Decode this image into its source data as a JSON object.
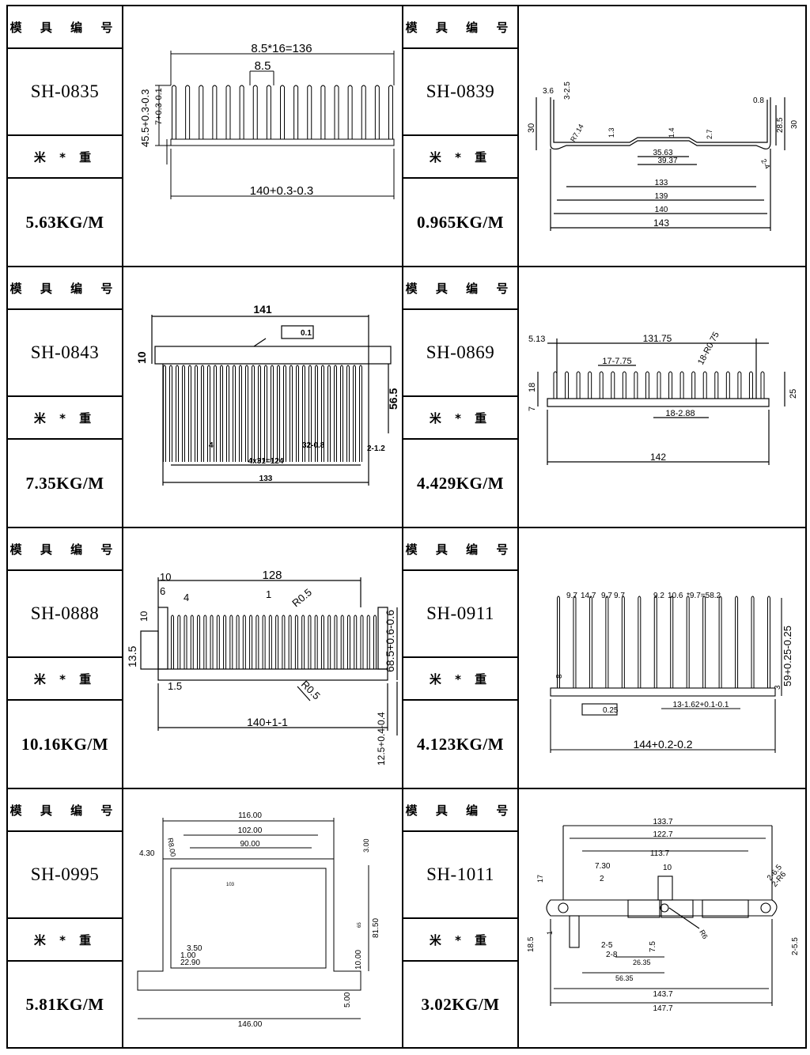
{
  "header_label": "模 具 编 号",
  "weight_label": "米 * 重",
  "entries": [
    {
      "code": "SH-0835",
      "weight": "5.63KG/M",
      "dims": {
        "a": "8.5*16=136",
        "b": "8.5",
        "c": "45.5+0.3-0.3",
        "d": "7+0.3-0.1",
        "e": "140+0.3-0.3"
      }
    },
    {
      "code": "SH-0839",
      "weight": "0.965KG/M",
      "dims": {
        "a": "3.6",
        "b": "3-2.5",
        "c": "30",
        "d": "R7.14",
        "e": "1.3",
        "f": "1.4",
        "g": "2.7",
        "h": "35.63",
        "i": "39.37",
        "j": "133",
        "k": "139",
        "l": "140",
        "m": "143",
        "n": "0.8",
        "o": "28.5",
        "p": "30",
        "q": "2-4"
      }
    },
    {
      "code": "SH-0843",
      "weight": "7.35KG/M",
      "dims": {
        "a": "141",
        "b": "10",
        "c": "0.1",
        "d": "56.5",
        "e": "4",
        "f": "32-0.8",
        "g": "2-1.2",
        "h": "4x31=124",
        "i": "133"
      }
    },
    {
      "code": "SH-0869",
      "weight": "4.429KG/M",
      "dims": {
        "a": "5.13",
        "b": "131.75",
        "c": "18-R0.75",
        "d": "17-7.75",
        "e": "18",
        "f": "7",
        "g": "25",
        "h": "18-2.88",
        "i": "142"
      }
    },
    {
      "code": "SH-0888",
      "weight": "10.16KG/M",
      "dims": {
        "a": "10",
        "b": "128",
        "c": "6",
        "d": "4",
        "e": "1",
        "f": "R0.5",
        "g": "10",
        "h": "13.5",
        "i": "68.5+0.6-0.6",
        "j": "1.5",
        "k": "R0.5",
        "l": "140+1-1",
        "m": "12.5+0.4-0.4"
      }
    },
    {
      "code": "SH-0911",
      "weight": "4.123KG/M",
      "dims": {
        "a": "9.7",
        "b": "14.7",
        "c": "9.7",
        "d": "9.7",
        "e": "9.2",
        "f": "10.6",
        "g": "*9.7=58.2",
        "h": "59+0.25-0.25",
        "i": "8",
        "j": "3",
        "k": "0.25",
        "l": "13-1.62+0.1-0.1",
        "m": "144+0.2-0.2"
      }
    },
    {
      "code": "SH-0995",
      "weight": "5.81KG/M",
      "dims": {
        "a": "116.00",
        "b": "102.00",
        "c": "90.00",
        "d": "4.30",
        "e": "R8.00",
        "f": "3.00",
        "g": "103",
        "h": "81.50",
        "i": "65",
        "j": "3.50",
        "k": "1.00",
        "l": "22.90",
        "m": "10.00",
        "n": "5.00",
        "o": "146.00"
      }
    },
    {
      "code": "SH-1011",
      "weight": "3.02KG/M",
      "dims": {
        "a": "133.7",
        "b": "122.7",
        "c": "113.7",
        "d": "17",
        "e": "7.30",
        "f": "10",
        "g": "2",
        "h": "2-6.5",
        "i": "2-R6",
        "j": "R6",
        "k": "18.5",
        "l": "1",
        "m": "2-5",
        "n": "7.5",
        "o": "2-8",
        "p": "26.35",
        "q": "56.35",
        "r": "143.7",
        "s": "147.7",
        "t": "2-5.5"
      }
    }
  ]
}
